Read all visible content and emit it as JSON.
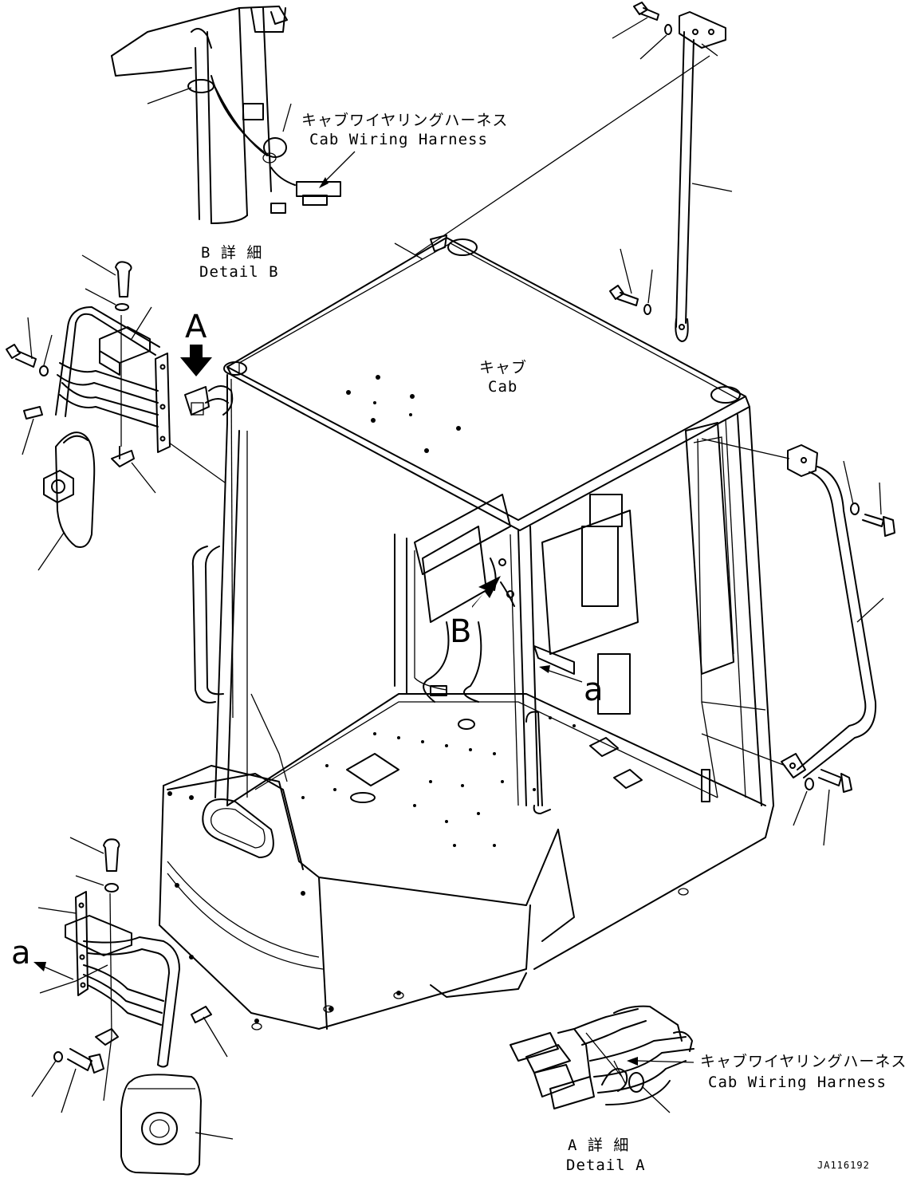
{
  "drawing_id": "JA116192",
  "labels": {
    "harness_jp_top": "キャブワイヤリングハーネス",
    "harness_en_top": "Cab Wiring Harness",
    "detail_b_jp": "B 詳 細",
    "detail_b_en": "Detail B",
    "cab_jp": "キャブ",
    "cab_en": "Cab",
    "marker_a": "A",
    "marker_b": "B",
    "marker_a_lower": "a",
    "marker_a_left": "a",
    "harness_jp_bottom": "キャブワイヤリングハーネス",
    "harness_en_bottom": "Cab Wiring Harness",
    "detail_a_jp": "A 詳 細",
    "detail_a_en": "Detail A"
  }
}
